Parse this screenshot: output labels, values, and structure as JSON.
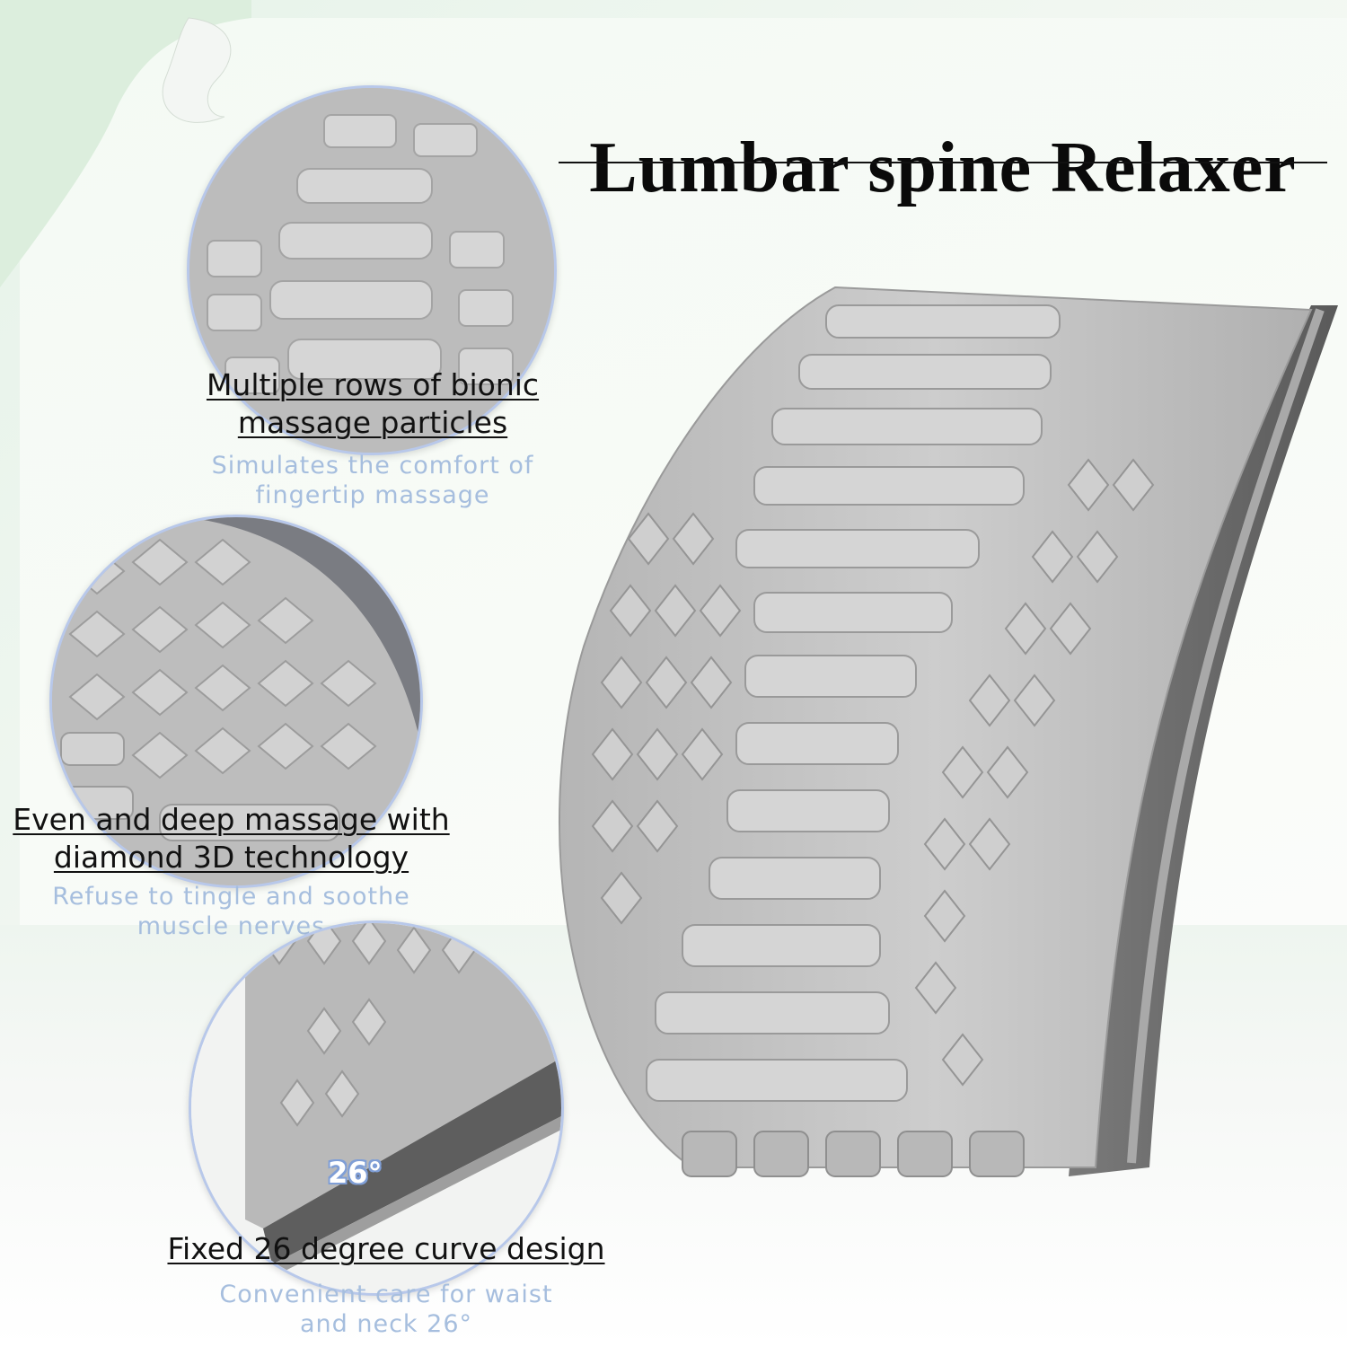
{
  "title": "Lumbar spine Relaxer",
  "features": [
    {
      "title_line1": "Multiple rows of bionic",
      "title_line2": "massage particles",
      "subtitle_line1": "Simulates the comfort of",
      "subtitle_line2": "fingertip massage"
    },
    {
      "title_line1": "Even and deep massage with",
      "title_line2": "diamond 3D technology",
      "subtitle_line1": "Refuse to tingle and soothe",
      "subtitle_line2": "muscle nerves"
    },
    {
      "title_line1": "Fixed 26 degree curve design",
      "subtitle_line1": "Convenient care for waist",
      "subtitle_line2": "and neck 26°"
    }
  ],
  "angle_badge": "26°",
  "colors": {
    "accent_blue": "#a6bede",
    "circle_border": "#b8c8ea",
    "foam_light": "#c4c4c4",
    "foam_dark": "#6e6e6e"
  }
}
